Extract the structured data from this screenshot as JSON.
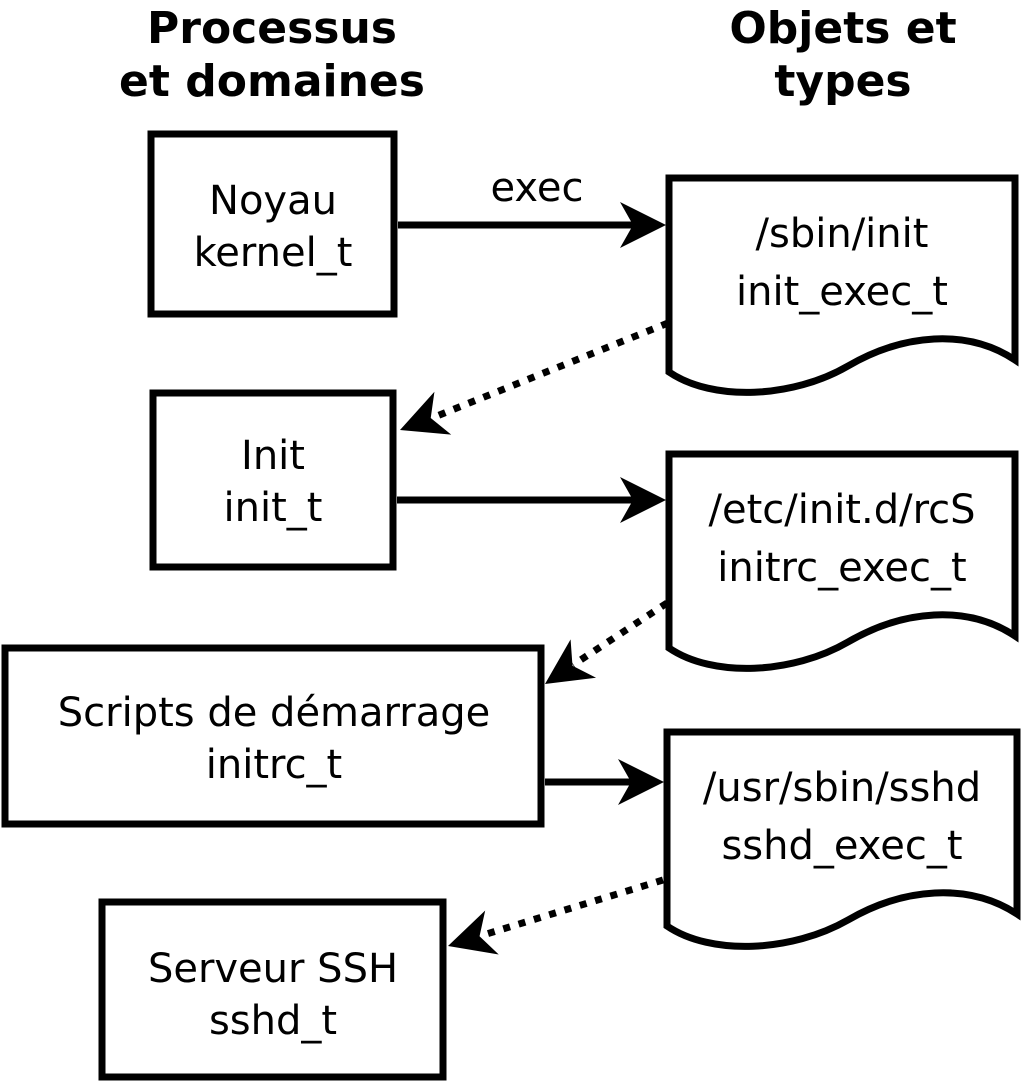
{
  "colors": {
    "ink": "#000000",
    "background": "#ffffff"
  },
  "columns": {
    "processes": {
      "header_line1": "Processus",
      "header_line2": "et domaines"
    },
    "objects": {
      "header_line1": "Objets et",
      "header_line2": "types"
    }
  },
  "process_boxes": [
    {
      "name": "Noyau",
      "domain": "kernel_t"
    },
    {
      "name": "Init",
      "domain": "init_t"
    },
    {
      "name": "Scripts de démarrage",
      "domain": "initrc_t"
    },
    {
      "name": "Serveur SSH",
      "domain": "sshd_t"
    }
  ],
  "object_documents": [
    {
      "path": "/sbin/init",
      "type": "init_exec_t"
    },
    {
      "path": "/etc/init.d/rcS",
      "type": "initrc_exec_t"
    },
    {
      "path": "/usr/sbin/sshd",
      "type": "sshd_exec_t"
    }
  ],
  "arrows": {
    "exec_label": "exec"
  }
}
